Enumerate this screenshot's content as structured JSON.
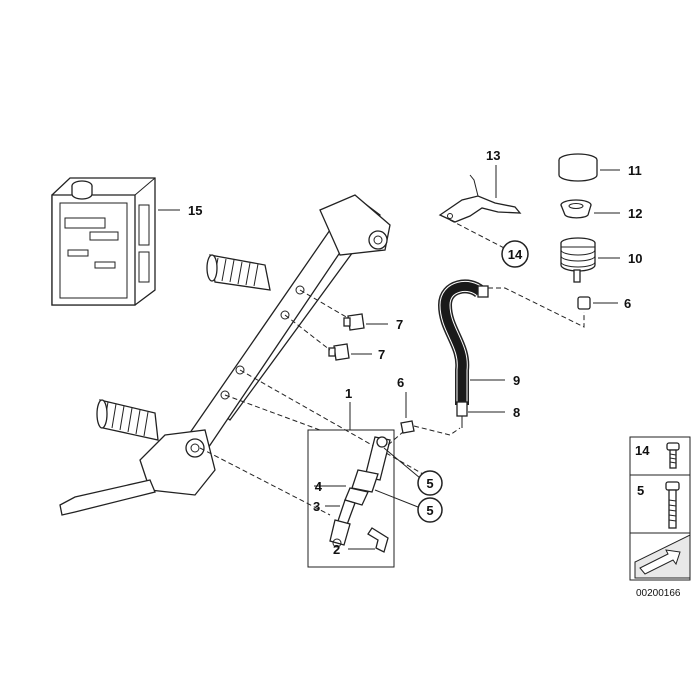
{
  "callouts": {
    "c1": "1",
    "c2": "2",
    "c3": "3",
    "c4": "4",
    "c5a": "5",
    "c5b": "5",
    "c6a": "6",
    "c6b": "6",
    "c7a": "7",
    "c7b": "7",
    "c8": "8",
    "c9": "9",
    "c10": "10",
    "c11": "11",
    "c12": "12",
    "c13": "13",
    "c14": "14",
    "c15": "15"
  },
  "legend": {
    "item14": "14",
    "item5": "5"
  },
  "catalog_number": "00200166",
  "colors": {
    "line": "#222222",
    "panel_fill": "#e8e8e8",
    "background": "#ffffff"
  }
}
